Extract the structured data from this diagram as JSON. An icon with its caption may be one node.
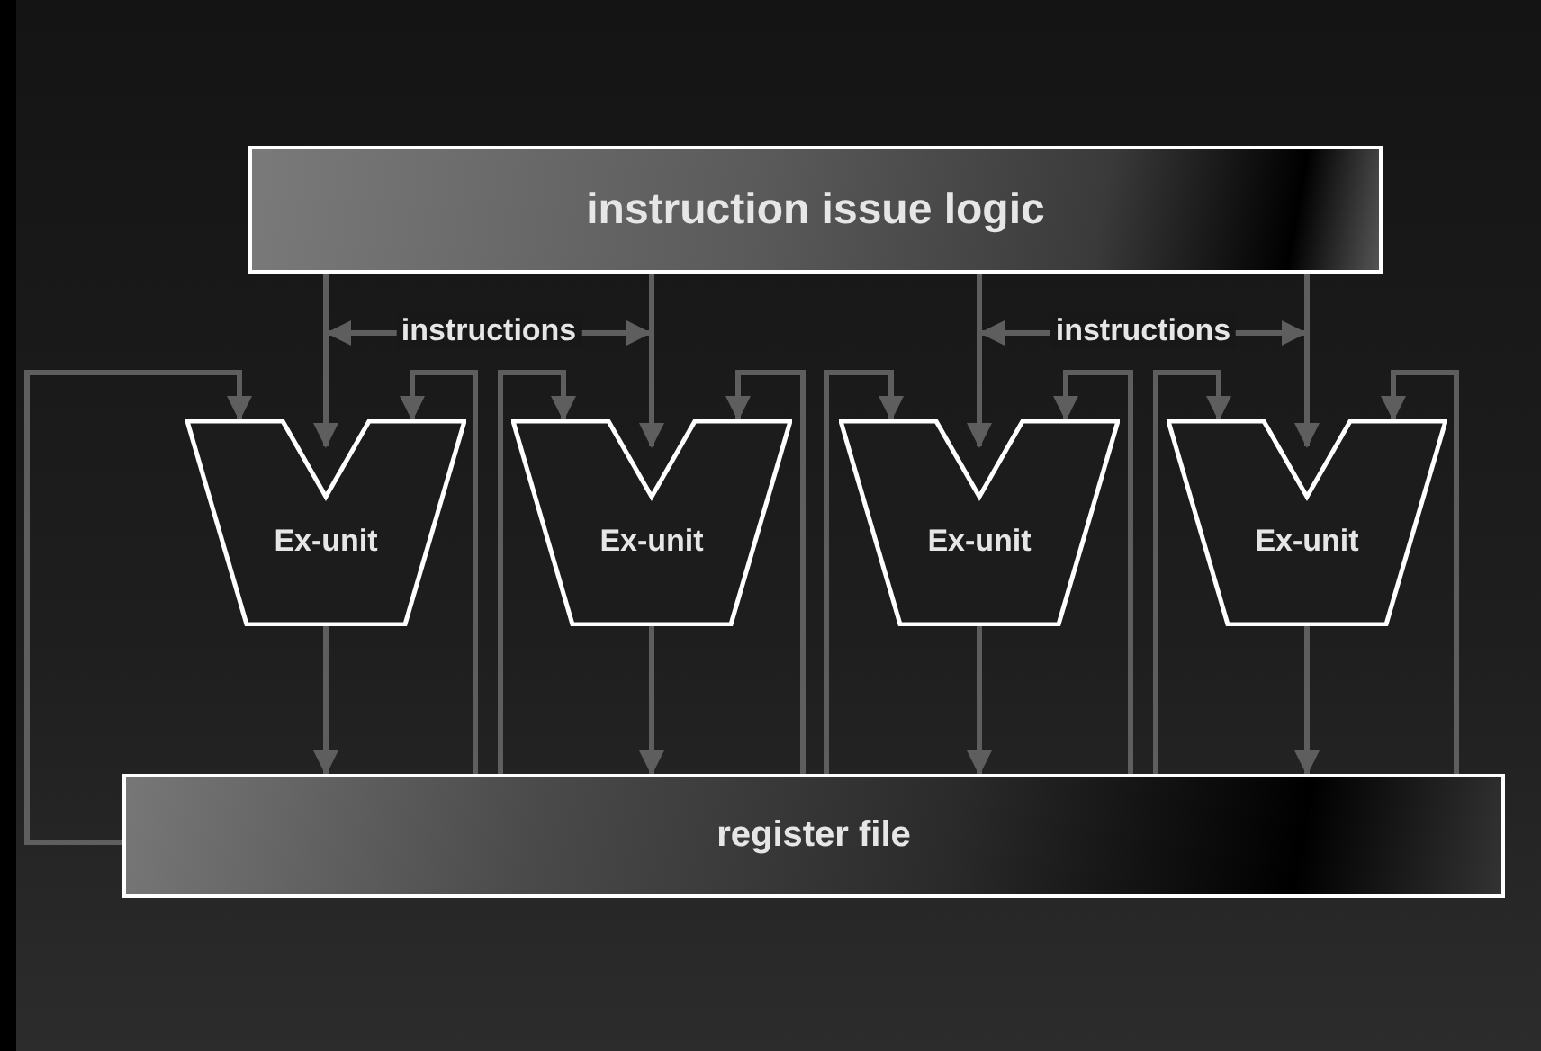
{
  "diagram": {
    "nodes": [
      {
        "text": [
          "instruction issue logic"
        ]
      },
      {
        "text": [
          "Ex-unit"
        ]
      },
      {
        "text": [
          "Ex-unit"
        ]
      },
      {
        "text": [
          "Ex-unit"
        ]
      },
      {
        "text": [
          "Ex-unit"
        ]
      },
      {
        "text": [
          "register file"
        ]
      }
    ],
    "edges": [
      {
        "from": 0,
        "to": 1,
        "arrow": "to"
      },
      {
        "from": 0,
        "to": 2,
        "arrow": "to"
      },
      {
        "from": 0,
        "to": 3,
        "arrow": "to"
      },
      {
        "from": 0,
        "to": 4,
        "arrow": "to"
      },
      {
        "from": 1,
        "to": 5,
        "arrow": "to"
      },
      {
        "from": 2,
        "to": 5,
        "arrow": "to"
      },
      {
        "from": 3,
        "to": 5,
        "arrow": "to"
      },
      {
        "from": 4,
        "to": 5,
        "arrow": "to"
      },
      {
        "from": 5,
        "to": 1,
        "arrow": "to"
      },
      {
        "from": 5,
        "to": 1,
        "arrow": "to"
      },
      {
        "from": 5,
        "to": 2,
        "arrow": "to"
      },
      {
        "from": 5,
        "to": 2,
        "arrow": "to"
      },
      {
        "from": 5,
        "to": 3,
        "arrow": "to"
      },
      {
        "from": 5,
        "to": 3,
        "arrow": "to"
      },
      {
        "from": 5,
        "to": 4,
        "arrow": "to"
      },
      {
        "from": 5,
        "to": 4,
        "arrow": "to"
      }
    ],
    "labels": [
      "instructions",
      "instructions"
    ]
  }
}
